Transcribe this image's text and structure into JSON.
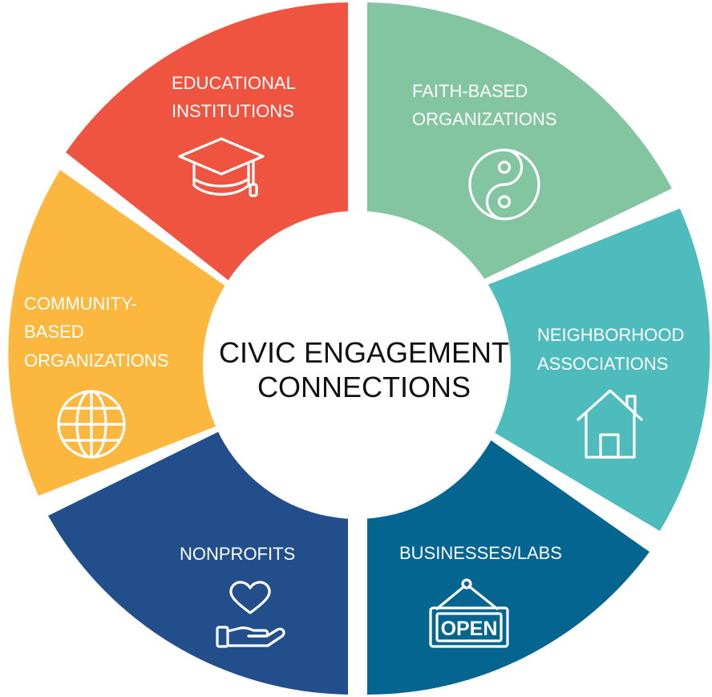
{
  "center": {
    "line1": "CIVIC ENGAGEMENT",
    "line2": "CONNECTIONS"
  },
  "segments": [
    {
      "lines": [
        "FAITH-BASED",
        "ORGANIZATIONS"
      ],
      "color": "#83c5a0",
      "icon": "yin-yang-icon"
    },
    {
      "lines": [
        "NEIGHBORHOOD",
        "ASSOCIATIONS"
      ],
      "color": "#4ebcbd",
      "icon": "house-icon"
    },
    {
      "lines": [
        "BUSINESSES/LABS"
      ],
      "color": "#046591",
      "icon": "open-sign-icon",
      "icon_text": "OPEN"
    },
    {
      "lines": [
        "NONPROFITS"
      ],
      "color": "#224f8c",
      "icon": "heart-in-hand-icon"
    },
    {
      "lines": [
        "COMMUNITY-",
        "BASED",
        "ORGANIZATIONS"
      ],
      "color": "#fbb73e",
      "icon": "globe-icon"
    },
    {
      "lines": [
        "EDUCATIONAL",
        "INSTITUTIONS"
      ],
      "color": "#ef5440",
      "icon": "graduation-cap-icon"
    }
  ]
}
